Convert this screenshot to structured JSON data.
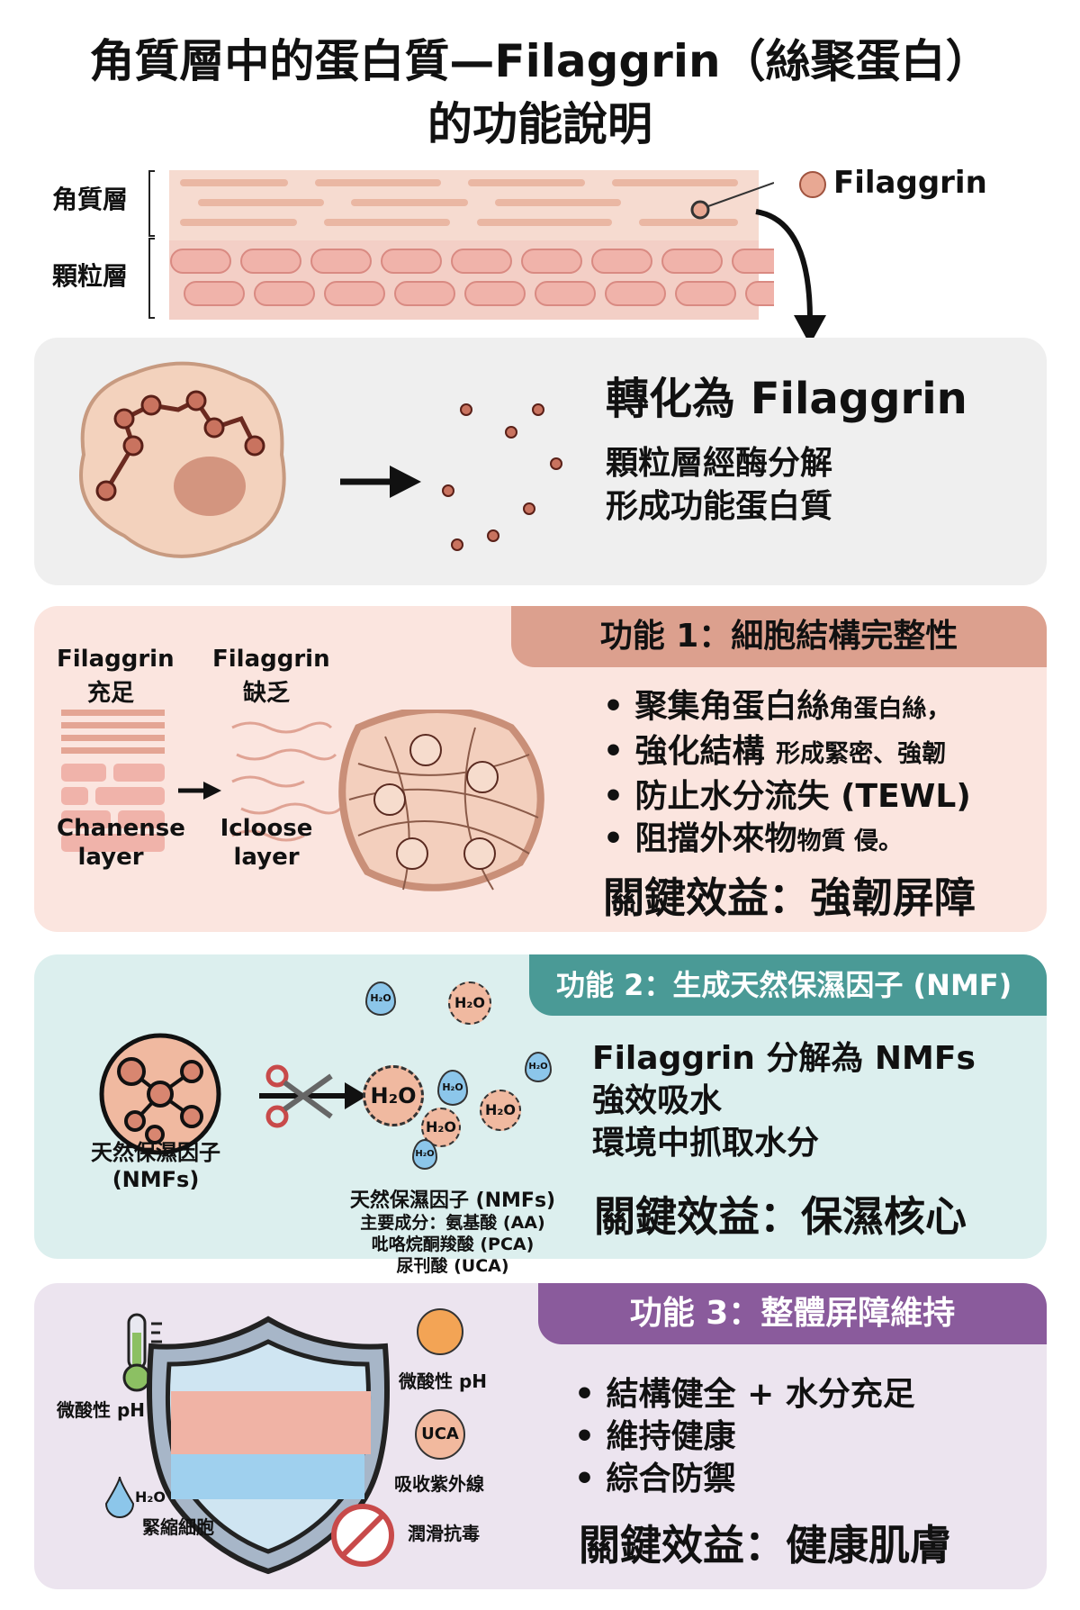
{
  "title": {
    "line1": "角質層中的蛋白質—Filaggrin（絲聚蛋白）",
    "line2": "的功能說明"
  },
  "skin": {
    "layer_top": "角質層",
    "layer_bottom": "顆粒層",
    "callout": "Filaggrin"
  },
  "conversion": {
    "title": "轉化為 Filaggrin",
    "line1": "顆粒層經酶分解",
    "line2": "形成功能蛋白質"
  },
  "function1": {
    "header": "功能 1：細胞結構完整性",
    "left_top": "Filaggrin",
    "left_top2": "充足",
    "right_top": "Filaggrin",
    "right_top2": "缺乏",
    "left_bottom": "Chanense",
    "left_bottom2": "layer",
    "right_bottom": "Icloose",
    "right_bottom2": "layer",
    "bullets": [
      {
        "main": "聚集角蛋白絲",
        "sub": "角蛋白絲，"
      },
      {
        "main": "強化結構",
        "sub": "形成緊密、強韌"
      },
      {
        "main": "防止水分流失 (TEWL)",
        "sub": ""
      },
      {
        "main": "阻擋外來物",
        "sub": "物質 侵。"
      }
    ],
    "key": "關鍵效益：強韌屏障"
  },
  "function2": {
    "header": "功能 2：生成天然保濕因子 (NMF)",
    "left_label": "天然保濕因子",
    "left_label2": "(NMFs)",
    "h2o": "H₂O",
    "right_label": [
      "天然保濕因子 (NMFs)",
      "主要成分：氨基酸 (AA)",
      "吡咯烷酮羧酸 (PCA)",
      "尿刊酸 (UCA)"
    ],
    "bullets": [
      "Filaggrin 分解為 NMFs",
      "強效吸水",
      "環境中抓取水分"
    ],
    "key": "關鍵效益：保濕核心"
  },
  "function3": {
    "header": "功能 3：整體屏障維持",
    "ph_left": "微酸性 pH",
    "ph_right": "微酸性 pH",
    "uca": "UCA",
    "uv": "吸收紫外線",
    "antiviral": "潤滑抗毒",
    "cells": "緊縮細胞",
    "h2o": "H₂O",
    "bullets": [
      "結構健全 + 水分充足",
      "維持健康",
      "綜合防禦"
    ],
    "key": "關鍵效益：健康肌膚"
  },
  "colors": {
    "pink_panel": "#fbe5df",
    "teal_panel": "#dcefee",
    "purple_panel": "#ece4ef",
    "gray_panel": "#efefef",
    "tab1": "#dca08e",
    "tab2": "#4a9a96",
    "tab3": "#8a5b9c"
  }
}
